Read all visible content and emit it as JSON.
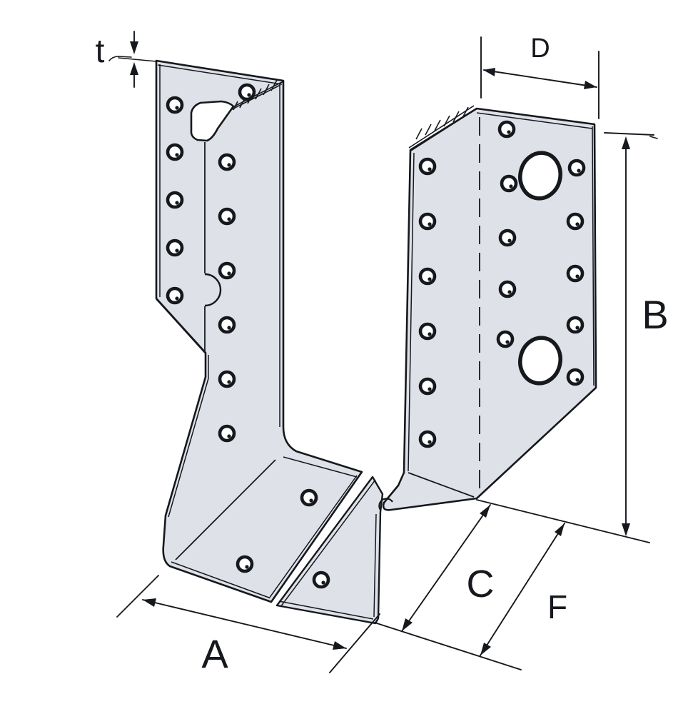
{
  "drawing": {
    "title": "joist-hanger-technical-drawing",
    "labels": {
      "t": "t",
      "D": "D",
      "B": "B",
      "A": "A",
      "C": "C",
      "F": "F"
    },
    "colors": {
      "metal_fill": "#dee2e8",
      "line": "#15181c",
      "background": "#ffffff"
    }
  }
}
